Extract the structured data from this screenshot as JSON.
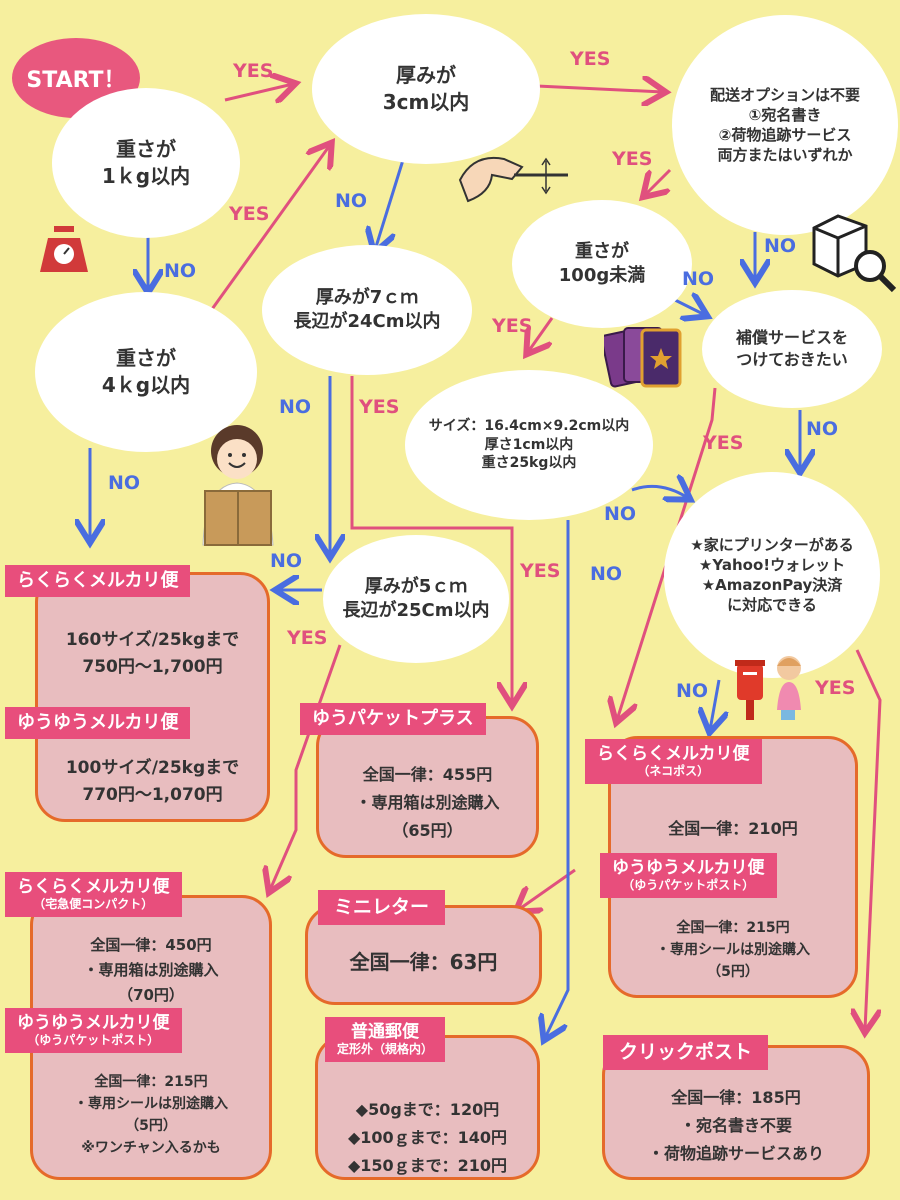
{
  "start": "START！",
  "nodes": {
    "weight1kg": [
      "重さが",
      "1ｋg以内"
    ],
    "thick3cm": [
      "厚みが",
      "3cm以内"
    ],
    "options": [
      "配送オプションは不要",
      "①宛名書き",
      "②荷物追跡サービス",
      "両方またはいずれか"
    ],
    "weight4kg": [
      "重さが",
      "4ｋg以内"
    ],
    "thick7cm": [
      "厚みが7ｃｍ",
      "長辺が24Cm以内"
    ],
    "weight100g": [
      "重さが",
      "100g未満"
    ],
    "compensation": [
      "補償サービスを",
      "つけておきたい"
    ],
    "size164": [
      "サイズ：16.4cm×9.2cm以内",
      "厚さ1cm以内",
      "重さ25kg以内"
    ],
    "printer": [
      "★家にプリンターがある",
      "★Yahoo!ウォレット",
      "★AmazonPay決済",
      "に対応できる"
    ],
    "thick5cm": [
      "厚みが5ｃｍ",
      "長辺が25Cm以内"
    ]
  },
  "labels": {
    "yes": "YES",
    "no": "NO"
  },
  "results": {
    "rakuraku_large": {
      "tag": "らくらくメルカリ便",
      "lines": [
        "160サイズ/25kgまで",
        "750円～1,700円"
      ]
    },
    "yuyu_large": {
      "tag": "ゆうゆうメルカリ便",
      "lines": [
        "100サイズ/25kgまで",
        "770円～1,070円"
      ]
    },
    "yupacket_plus": {
      "tag": "ゆうパケットプラス",
      "lines": [
        "全国一律：455円",
        "・専用箱は別途購入",
        "（65円）"
      ]
    },
    "rakuraku_neko": {
      "tag": "らくらくメルカリ便",
      "sub": "（ネコポス）",
      "lines": [
        "全国一律：210円"
      ]
    },
    "yuyu_post": {
      "tag": "ゆうゆうメルカリ便",
      "sub": "（ゆうパケットポスト）",
      "lines": [
        "全国一律：215円",
        "・専用シールは別途購入",
        "（5円）"
      ]
    },
    "rakuraku_compact": {
      "tag": "らくらくメルカリ便",
      "sub": "（宅急便コンパクト）",
      "lines": [
        "全国一律：450円",
        "・専用箱は別途購入",
        "（70円）"
      ]
    },
    "yuyu_post2": {
      "tag": "ゆうゆうメルカリ便",
      "sub": "（ゆうパケットポスト）",
      "lines": [
        "全国一律：215円",
        "・専用シールは別途購入",
        "（5円）",
        "※ワンチャン入るかも"
      ]
    },
    "minilatter": {
      "tag": "ミニレター",
      "lines": [
        "全国一律：63円"
      ]
    },
    "teikeigai": {
      "tag": "普通郵便",
      "sub": "定形外（規格内）",
      "lines": [
        "◆50gまで：120円",
        "◆100ｇまで：140円",
        "◆150ｇまで：210円"
      ]
    },
    "clickpost": {
      "tag": "クリックポスト",
      "lines": [
        "全国一律：185円",
        "・宛名書き不要",
        "・荷物追跡サービスあり"
      ]
    }
  },
  "colors": {
    "background": "#f6ef9e",
    "yes": "#e0507e",
    "no": "#4a6de0",
    "box": "#e8bdbf",
    "box_border": "#e56a2a",
    "tag": "#e84e7c"
  },
  "icons": [
    "scale-icon",
    "thickness-hand-icon",
    "package-search-icon",
    "cards-icon",
    "person-with-box-icon",
    "mailbox-girl-icon"
  ]
}
